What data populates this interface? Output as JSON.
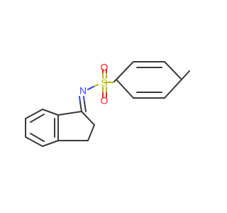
{
  "molecule": {
    "atoms": {
      "nitrogen": {
        "label": "N",
        "color": "#3f3fff"
      },
      "sulfur": {
        "label": "S",
        "color": "#b8b800"
      },
      "oxygen_top": {
        "label": "O",
        "color": "#ff1a1a"
      },
      "oxygen_bottom": {
        "label": "O",
        "color": "#ff1a1a"
      }
    },
    "bond_color": "#3a3a3a"
  }
}
